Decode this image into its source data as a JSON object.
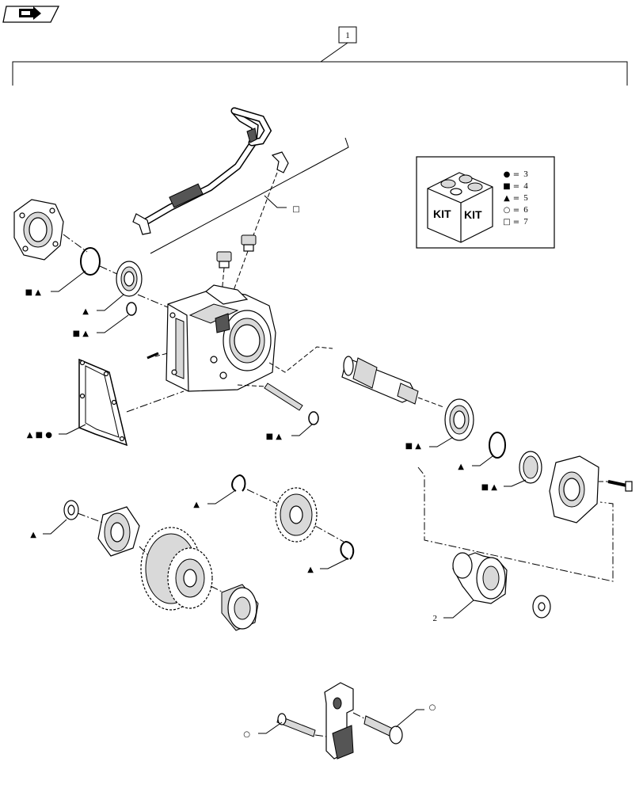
{
  "nav": {
    "icon": "next-page-arrow-icon"
  },
  "callouts": {
    "assembly": "1",
    "hub": "2",
    "pipe_kit": "□",
    "bolt_left": "○",
    "bolt_right": "○"
  },
  "legend": {
    "icon": "kit-box-icon",
    "box_text_1": "KIT",
    "box_text_2": "KIT",
    "rows": [
      {
        "symbol": "●",
        "eq": "=",
        "ref": "3"
      },
      {
        "symbol": "■",
        "eq": "=",
        "ref": "4"
      },
      {
        "symbol": "▲",
        "eq": "=",
        "ref": "5"
      },
      {
        "symbol": "○",
        "eq": "=",
        "ref": "6"
      },
      {
        "symbol": "□",
        "eq": "=",
        "ref": "7"
      }
    ]
  },
  "kit_markers": {
    "oring_left": "■ ▲",
    "bearing_left": "▲",
    "snapring_left": "■ ▲",
    "gasket": "▲ ■ ●",
    "stud_ring": "■ ▲",
    "bearing_right": "■ ▲",
    "ring_right": "▲",
    "seal_right": "■ ▲",
    "washer_left": "▲",
    "circlip_top": "▲",
    "circlip_bottom": "▲"
  }
}
